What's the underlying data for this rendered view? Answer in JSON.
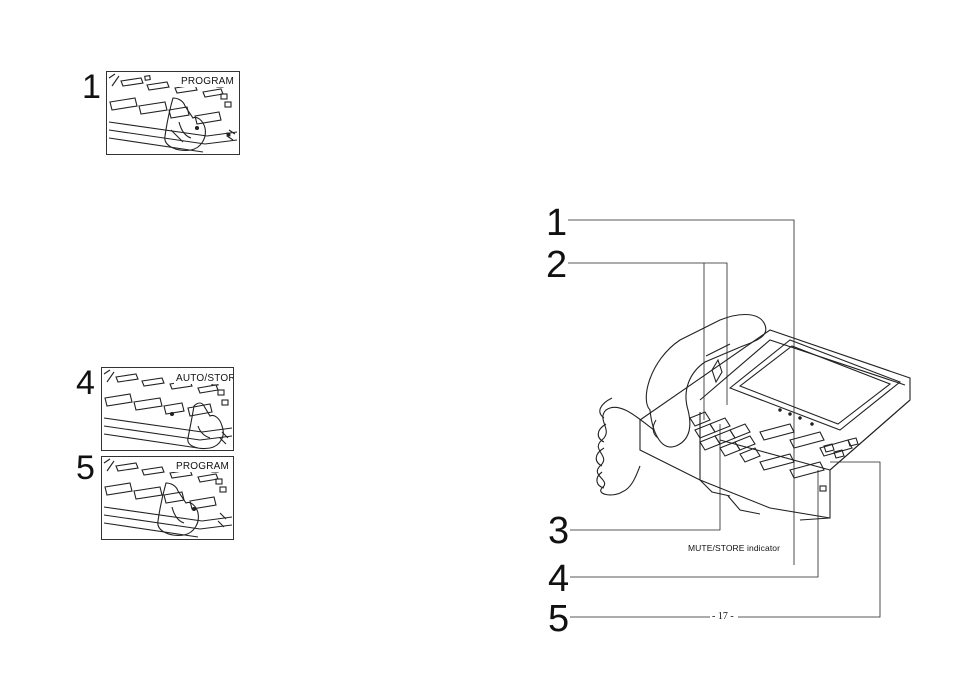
{
  "steps": [
    {
      "number": "1",
      "button_label": "PROGRAM"
    },
    {
      "number": "4",
      "button_label": "AUTO/STORE"
    },
    {
      "number": "5",
      "button_label": "PROGRAM"
    }
  ],
  "diagram": {
    "callouts": [
      "1",
      "2",
      "3",
      "4",
      "5"
    ],
    "indicator_label": "MUTE/STORE indicator"
  },
  "page_number": "- 17 -"
}
